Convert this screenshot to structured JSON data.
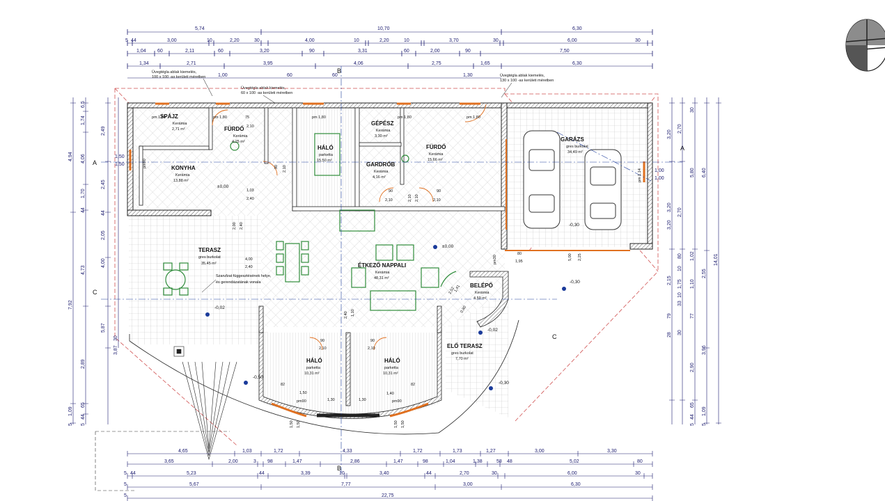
{
  "colors": {
    "dim_line": "#1a1a6e",
    "wall": "#222222",
    "green": "#2e8b3a",
    "orange": "#e07020",
    "red_dash": "#d05050",
    "grid": "#bbbbbb",
    "blue": "#1a3a9a"
  },
  "top_dims": {
    "r1": [
      "5,74",
      "10,70",
      "6,30"
    ],
    "r2": [
      "5",
      "44",
      "3,00",
      "10",
      "2,20",
      "30",
      "4,00",
      "10",
      "2,20",
      "10",
      "3,70",
      "30",
      "6,00",
      "30"
    ],
    "r3": [
      "1,04",
      "60",
      "2,11",
      "60",
      "3,20",
      "90",
      "3,31",
      "60",
      "2,00",
      "90",
      "7,50"
    ],
    "r4": [
      "1,34",
      "2,71",
      "3,95",
      "4,06",
      "2,75",
      "1,65",
      "6,30"
    ],
    "r5": [
      "1,00",
      "60",
      "60",
      "1,30"
    ]
  },
  "bottom_dims": {
    "r1": [
      "4,65",
      "1,03",
      "1,72",
      "4,33",
      "1,72",
      "1,73",
      "1,27",
      "3,00",
      "3,30"
    ],
    "r2": [
      "3,65",
      "2,00",
      "3",
      "98",
      "1,47",
      "2,86",
      "1,47",
      "98",
      "1,04",
      "1,38",
      "58",
      "48",
      "5,02",
      "80"
    ],
    "r3": [
      "5",
      "44",
      "5,23",
      "44",
      "3,39",
      "10",
      "3,40",
      "44",
      "2,70",
      "30",
      "6,00",
      "30"
    ],
    "r4": [
      "5",
      "5,67",
      "7,77",
      "3,00",
      "6,30"
    ],
    "r5": [
      "5",
      "22,75"
    ]
  },
  "left_dims": {
    "r1": [
      "4,94",
      "7,92",
      "1,09"
    ],
    "r2": [
      "6,5",
      "1,74",
      "4,06",
      "1,70",
      "44",
      "4,73",
      "2,89",
      "65",
      "44"
    ],
    "r3": [
      "2,49",
      "2,45",
      "2,05",
      "4,00",
      "5,87",
      "3,87"
    ],
    "r4": [
      "30",
      "44",
      "5",
      "5"
    ],
    "r5": [
      "1,50",
      "1,50"
    ]
  },
  "right_dims": {
    "r1": [
      "14,01"
    ],
    "r2": [
      "6,40",
      "2,55",
      "3,96",
      "1,09"
    ],
    "r3": [
      "2,70",
      "5,80",
      "2,70",
      "3,20",
      "2,15",
      "1,02",
      "1,75",
      "1,10",
      "77",
      "79",
      "2,90",
      "65",
      "44"
    ],
    "r4": [
      "3,20",
      "3,20",
      "30",
      "80",
      "10",
      "10",
      "33",
      "28",
      "30",
      "5",
      "5"
    ],
    "r5": [
      "1,00",
      "1,00"
    ]
  },
  "notes": [
    {
      "text": "Üvegtégla ablak kiemelés,",
      "text2": "100 x 100 -as kerületi méretben"
    },
    {
      "text": "Üvegtégla ablak kiemelés,",
      "text2": "60 x 100 -as kerületi méretben"
    },
    {
      "text": "Üvegtégla ablak kiemelés,",
      "text2": "130 x 100 -as kerületi méretben"
    }
  ],
  "rooms": [
    {
      "name": "SPÁJZ",
      "mat": "Kerámia",
      "area": "2,71 m²"
    },
    {
      "name": "FÜRDŐ",
      "mat": "Kerámia",
      "area": "4,25 m²"
    },
    {
      "name": "KONYHA",
      "mat": "Kerámia",
      "area": "13,88 m²"
    },
    {
      "name": "HÁLÓ",
      "mat": "parketta",
      "area": "15,50 m²"
    },
    {
      "name": "GÉPÉSZ",
      "mat": "Kerámia",
      "area": "3,30 m²"
    },
    {
      "name": "GARDRÓB",
      "mat": "Kerámia",
      "area": "4,16 m²"
    },
    {
      "name": "FÜRDŐ",
      "mat": "Kerámia",
      "area": "15,66 m²"
    },
    {
      "name": "GARÁZS",
      "mat": "gres burkolat",
      "area": "34,49 m²"
    },
    {
      "name": "TERASZ",
      "mat": "gres burkolat",
      "area": "35,45 m²"
    },
    {
      "name": "ÉTKEZŐ NAPPALI",
      "mat": "Kerámia",
      "area": "48,31 m²"
    },
    {
      "name": "BELÉPŐ",
      "mat": "Kerámia",
      "area": "4,59 m²"
    },
    {
      "name": "ELŐ TERASZ",
      "mat": "gres burkolat",
      "area": "7,70 m²"
    },
    {
      "name": "HÁLÓ",
      "mat": "parketta",
      "area": "10,31 m²"
    },
    {
      "name": "HÁLÓ",
      "mat": "parketta",
      "area": "10,31 m²"
    }
  ],
  "beam_note": {
    "line1": "Szarufzat függesztésének helye,",
    "line2": "és gerendázatának vonala"
  },
  "levels": [
    "±0,00",
    "±0,00",
    "-0,02",
    "-0,30",
    "-0,30",
    "-0,02",
    "-0,30",
    "-0,50"
  ],
  "sections": [
    "A",
    "A",
    "B",
    "B",
    "C",
    "C"
  ],
  "openings": [
    "pm 1,80",
    "pm 1,80",
    "pm 1,80",
    "pm 1,80",
    "pm 1,80",
    "pm90",
    "pm 1,14",
    "pm30",
    "pm90",
    "pm90"
  ],
  "door_dims": [
    "75",
    "2,10",
    "90",
    "2,10",
    "1,03",
    "2,40",
    "90",
    "2,10",
    "90",
    "2,10",
    "2,10",
    "2,10",
    "90",
    "2,10",
    "90",
    "2,10",
    "80",
    "1,95",
    "4,00",
    "2,40",
    "2,00",
    "2,40",
    "5,00",
    "2,25",
    "1,10",
    "2,40",
    "1,50",
    "1,30",
    "1,30",
    "1,40",
    "1,50",
    "1,50",
    "1,50",
    "82",
    "82",
    "1,50",
    "0,80",
    "1,41",
    "2,52"
  ]
}
